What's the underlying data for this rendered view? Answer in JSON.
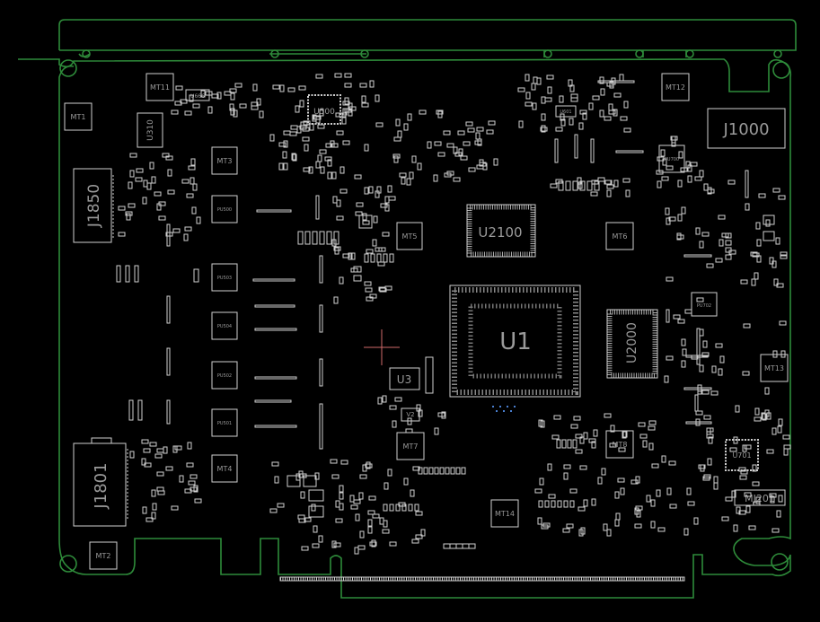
{
  "colors": {
    "background": "#000000",
    "outline": "#2e8b3a",
    "silk": "#cfcfcf",
    "label": "#9a9a9a",
    "cursor": "#d06a6a",
    "via": "#4a7fd0"
  },
  "labels": {
    "u1": "U1",
    "u2100": "U2100",
    "u2000": "U2000",
    "u500": "U500",
    "u310": "U310",
    "u3": "U3",
    "u666": "U666",
    "u701": "U701",
    "j1000": "J1000",
    "j1850": "J1850",
    "j1801": "J1801",
    "mj201": "MJ201",
    "mt1": "MT1",
    "mt2": "MT2",
    "mt3": "MT3",
    "mt4": "MT4",
    "mt5": "MT5",
    "mt6": "MT6",
    "mt7": "MT7",
    "mt8": "MT8",
    "mt11": "MT11",
    "mt12": "MT12",
    "mt13": "MT13",
    "mt14": "MT14",
    "pu500": "PU500",
    "pu503": "PU503",
    "pu504": "PU504",
    "pu502": "PU502",
    "pu501": "PU501",
    "pu700": "PU700",
    "pu702": "PU702",
    "u601": "U601",
    "v2": "V2"
  }
}
